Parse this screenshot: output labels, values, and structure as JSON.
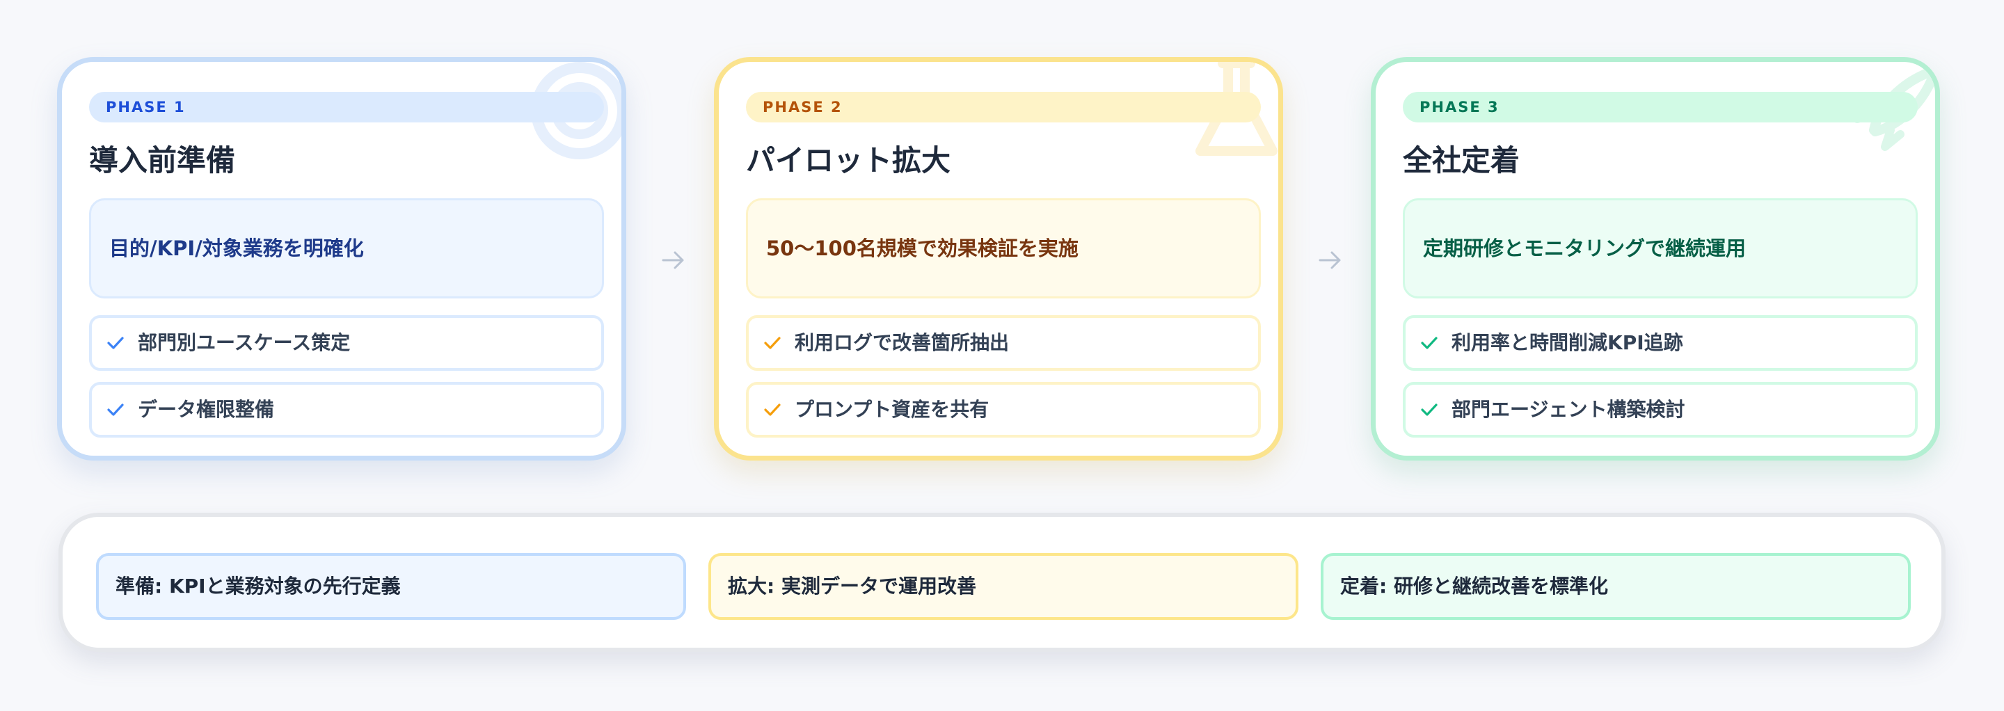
{
  "phases": [
    {
      "badge": "PHASE 1",
      "title": "導入前準備",
      "goal": "目的/KPI/対象業務を明確化",
      "items": [
        "部門別ユースケース策定",
        "データ権限整備"
      ],
      "accent": "#3b82f6",
      "decor_icon": "target-icon"
    },
    {
      "badge": "PHASE 2",
      "title": "パイロット拡大",
      "goal": "50〜100名規模で効果検証を実施",
      "items": [
        "利用ログで改善箇所抽出",
        "プロンプト資産を共有"
      ],
      "accent": "#f59e0b",
      "decor_icon": "flask-icon"
    },
    {
      "badge": "PHASE 3",
      "title": "全社定着",
      "goal": "定期研修とモニタリングで継続運用",
      "items": [
        "利用率と時間削減KPI追跡",
        "部門エージェント構築検討"
      ],
      "accent": "#10b981",
      "decor_icon": "rocket-icon"
    }
  ],
  "summary": [
    "準備: KPIと業務対象の先行定義",
    "拡大: 実測データで運用改善",
    "定着: 研修と継続改善を標準化"
  ],
  "icons": {
    "check": "check-icon",
    "arrow": "arrow-right-icon"
  }
}
